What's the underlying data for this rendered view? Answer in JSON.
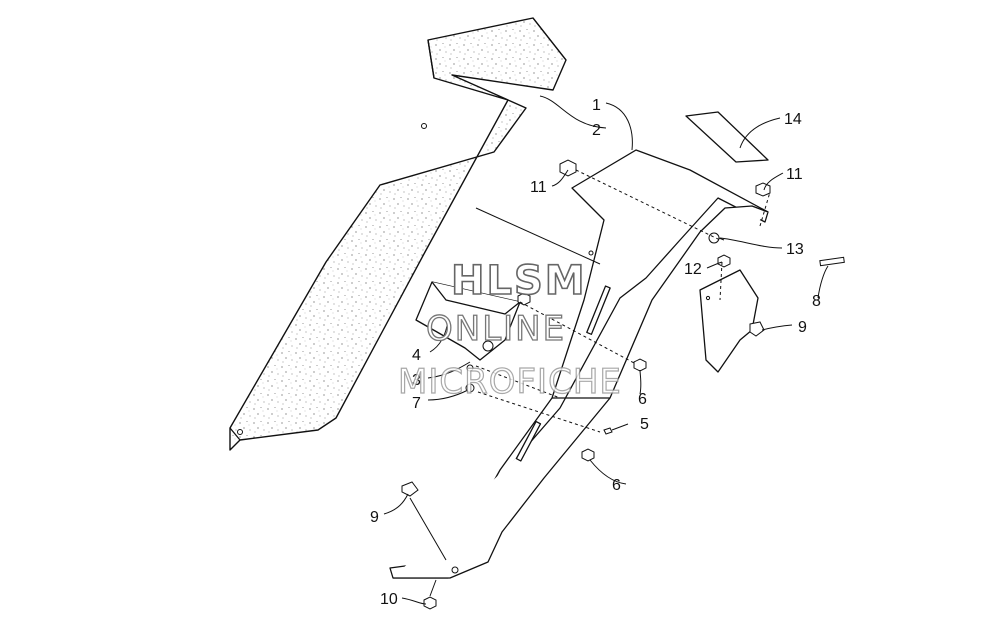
{
  "callouts": {
    "c1": "1",
    "c2": "2",
    "c3": "3",
    "c4": "4",
    "c5": "5",
    "c6a": "6",
    "c6b": "6",
    "c7": "7",
    "c8": "8",
    "c9a": "9",
    "c9b": "9",
    "c10": "10",
    "c11a": "11",
    "c11b": "11",
    "c12": "12",
    "c13": "13",
    "c14": "14"
  },
  "watermark": {
    "line1": "HLSM",
    "line2": "ONLINE",
    "line3": "MICROFICHE"
  }
}
